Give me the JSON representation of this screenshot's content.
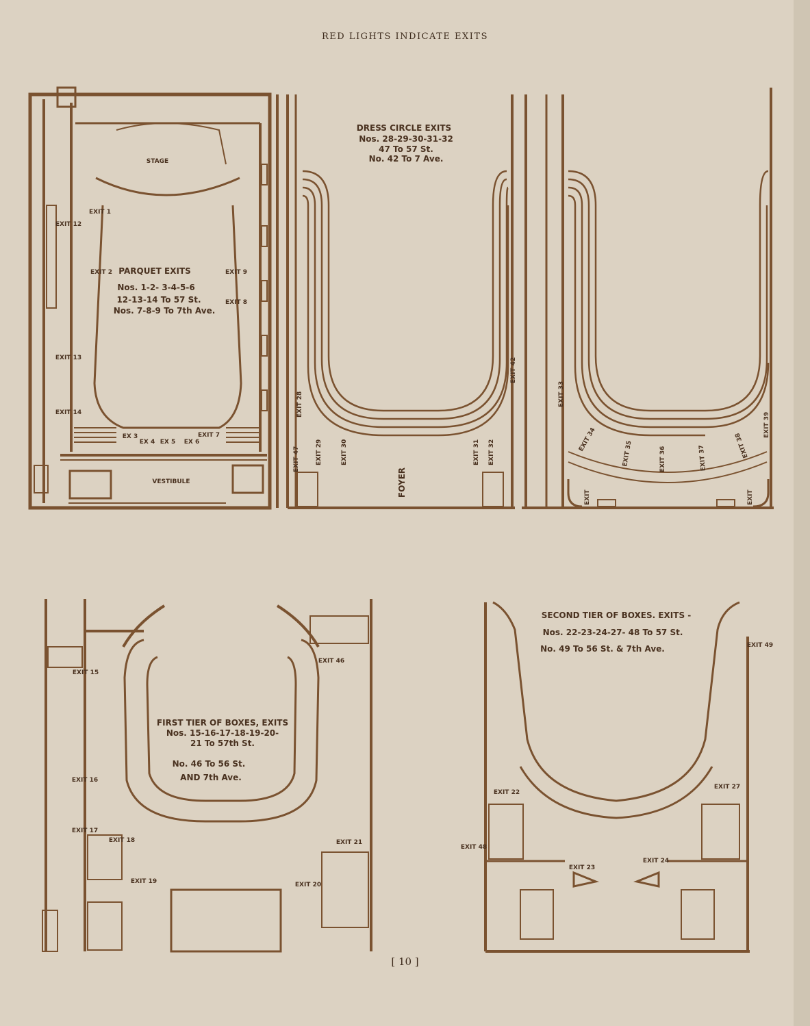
{
  "header": "RED LIGHTS INDICATE EXITS",
  "page_number": "[ 10 ]",
  "parquet": {
    "stage": "STAGE",
    "vestibule": "VESTIBULE",
    "title": "PARQUET EXITS",
    "line1": "Nos. 1-2- 3-4-5-6",
    "line2": "12-13-14 To 57 St.",
    "line3": "Nos. 7-8-9 To 7th Ave.",
    "exits": [
      "EXIT 1",
      "EXIT 2",
      "EXIT 9",
      "EXIT 8",
      "EXIT 12",
      "EXIT 13",
      "EXIT 14",
      "EX 3",
      "EX 4",
      "EX 5",
      "EX 6",
      "EXIT 7"
    ]
  },
  "dress_circle": {
    "title": "DRESS CIRCLE EXITS",
    "line1": "Nos. 28-29-30-31-32",
    "line2": "47 To 57 St.",
    "line3": "No. 42 To 7 Ave.",
    "foyer": "FOYER",
    "exits": [
      "EXIT 28",
      "EXIT 29",
      "EXIT 30",
      "EXIT 31",
      "EXIT 32",
      "EXIT 42",
      "EXIT 47",
      "EXIT 33",
      "EXIT 34",
      "EXIT 35",
      "EXIT 36",
      "EXIT 37",
      "EXIT 38",
      "EXIT 39",
      "EXIT",
      "EXIT"
    ]
  },
  "first_tier": {
    "title": "FIRST TIER OF BOXES, EXITS",
    "line1": "Nos. 15-16-17-18-19-20-",
    "line2": "21 To 57th St.",
    "line3": "No. 46 To 56 St.",
    "line4": "AND 7th Ave.",
    "exits": [
      "EXIT 15",
      "EXIT 16",
      "EXIT 17",
      "EXIT 18",
      "EXIT 19",
      "EXIT 20",
      "EXIT 21",
      "EXIT 46"
    ]
  },
  "second_tier": {
    "title": "SECOND TIER OF BOXES. EXITS -",
    "line1": "Nos. 22-23-24-27- 48 To 57 St.",
    "line2": "No. 49 To 56 St. & 7th Ave.",
    "exits": [
      "EXIT 22",
      "EXIT 23",
      "EXIT 24",
      "EXIT 27",
      "EXIT 48",
      "EXIT 49"
    ]
  },
  "colors": {
    "paper": "#dcd2c2",
    "ink": "#7a5230",
    "text": "#3d2b1c"
  }
}
